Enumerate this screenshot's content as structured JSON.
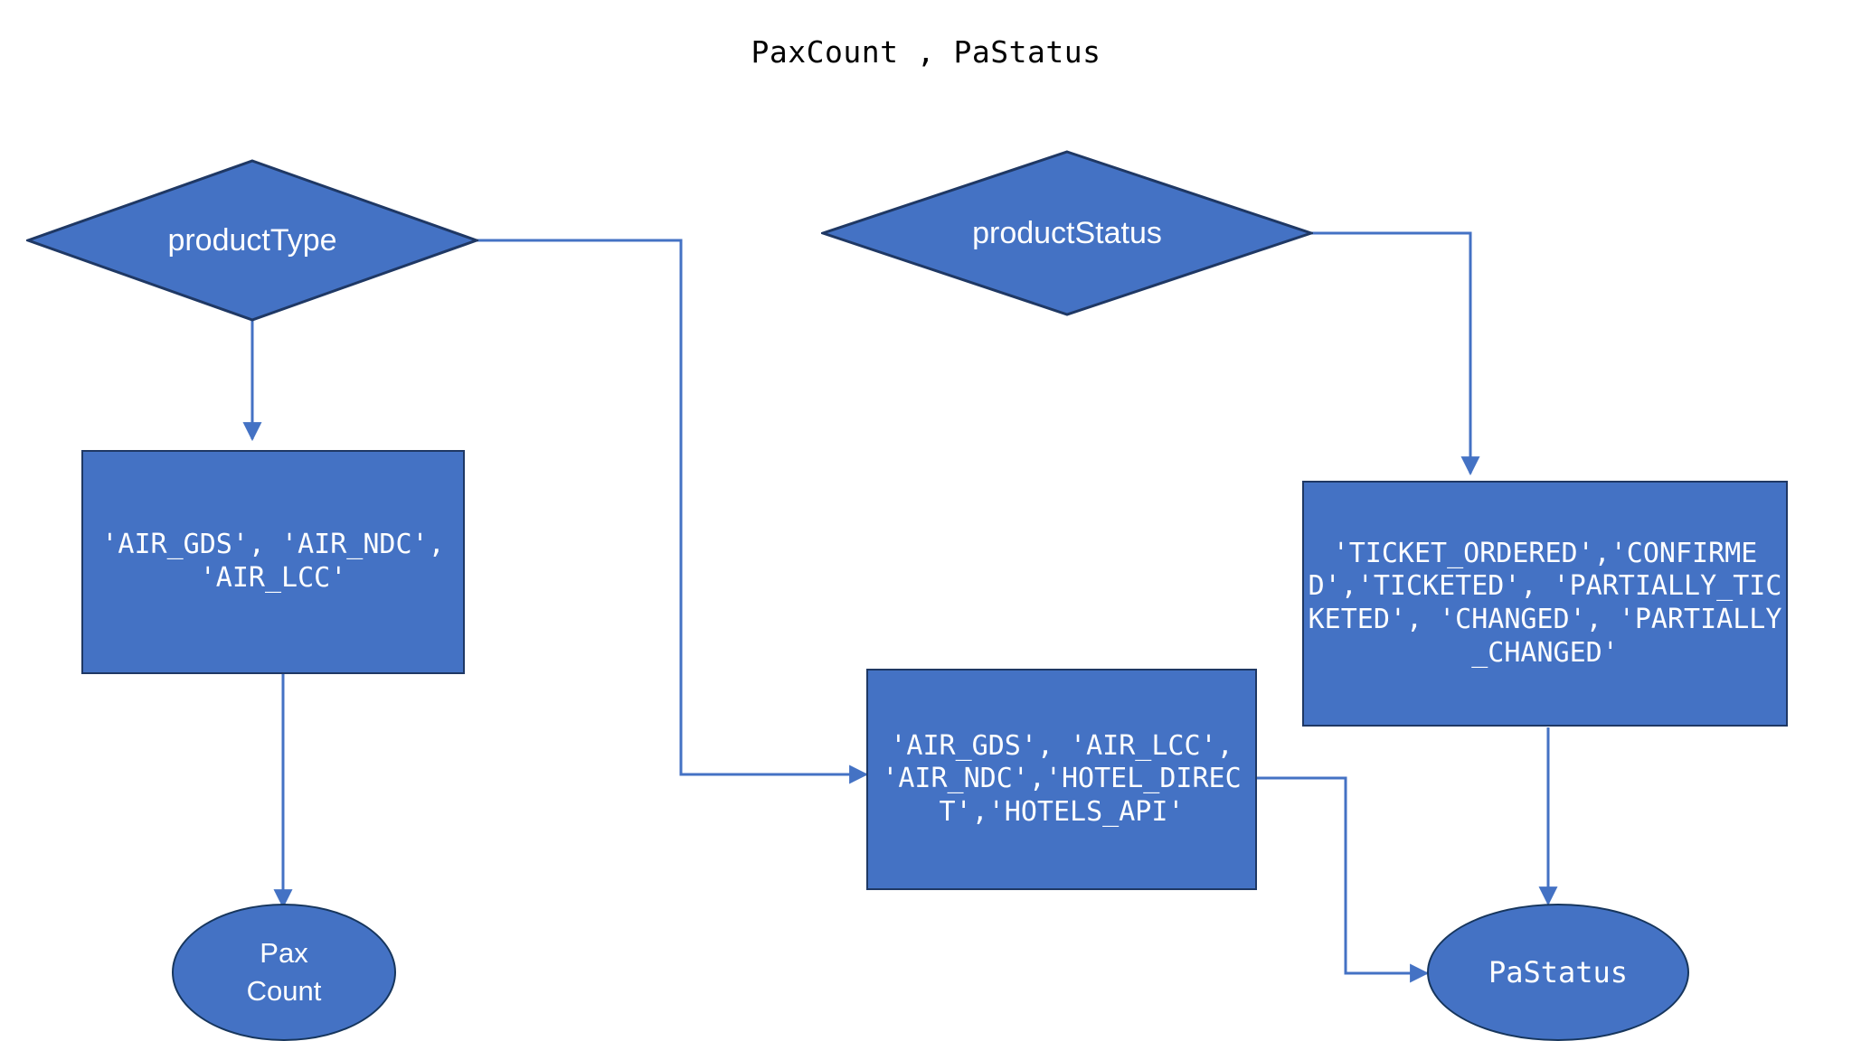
{
  "title": "PaxCount , PaStatus",
  "colors": {
    "node_fill": "#4472C4",
    "node_border": "#1F3864",
    "edge": "#4472C4",
    "text_on_node": "#FFFFFF",
    "title_text": "#000000",
    "background": "#FFFFFF"
  },
  "nodes": {
    "product_type_diamond": {
      "label": "productType",
      "shape": "diamond"
    },
    "product_status_diamond": {
      "label": "productStatus",
      "shape": "diamond"
    },
    "product_type_values_box": {
      "label": "'AIR_GDS', 'AIR_NDC', 'AIR_LCC'",
      "shape": "rectangle"
    },
    "product_type_values_box_2": {
      "label": "'AIR_GDS', 'AIR_LCC', 'AIR_NDC','HOTEL_DIRECT','HOTELS_API'",
      "shape": "rectangle"
    },
    "product_status_values_box": {
      "label": "'TICKET_ORDERED','CONFIRMED','TICKETED', 'PARTIALLY_TICKETED', 'CHANGED', 'PARTIALLY_CHANGED'",
      "shape": "rectangle"
    },
    "pax_count_ellipse": {
      "label": "Pax\nCount",
      "shape": "ellipse"
    },
    "pa_status_ellipse": {
      "label": "PaStatus",
      "shape": "ellipse"
    }
  },
  "edges": [
    {
      "name": "product-type-to-values-box",
      "from": "product_type_diamond",
      "to": "product_type_values_box"
    },
    {
      "name": "product-type-to-values-box-2",
      "from": "product_type_diamond",
      "to": "product_type_values_box_2"
    },
    {
      "name": "values-box-to-pax-count",
      "from": "product_type_values_box",
      "to": "pax_count_ellipse"
    },
    {
      "name": "product-status-to-status-values-box",
      "from": "product_status_diamond",
      "to": "product_status_values_box"
    },
    {
      "name": "status-values-box-to-pa-status",
      "from": "product_status_values_box",
      "to": "pa_status_ellipse"
    },
    {
      "name": "values-box-2-to-pa-status",
      "from": "product_type_values_box_2",
      "to": "pa_status_ellipse"
    }
  ]
}
